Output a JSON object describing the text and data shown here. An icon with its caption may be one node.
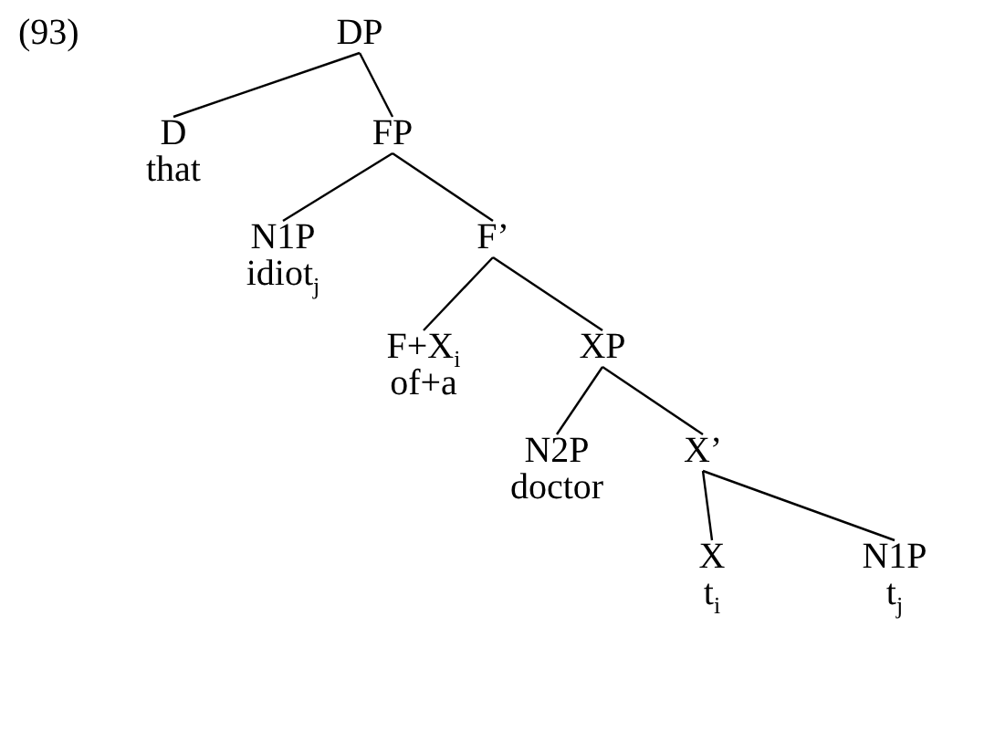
{
  "diagram": {
    "nodes": [
      {
        "text": [
          "DP"
        ]
      },
      {
        "text": [
          "D",
          "that"
        ]
      },
      {
        "text": [
          "FP"
        ]
      },
      {
        "text": [
          "N1P",
          "idiot$_{j}$"
        ]
      },
      {
        "text": [
          "F’"
        ]
      },
      {
        "text": [
          "F+X$_{i}$",
          "of+a"
        ]
      },
      {
        "text": [
          "XP"
        ]
      },
      {
        "text": [
          "N2P",
          "doctor"
        ]
      },
      {
        "text": [
          "X’"
        ]
      },
      {
        "text": [
          "X",
          "t$_{i}$"
        ]
      },
      {
        "text": [
          "N1P",
          "t$_{j}$"
        ]
      }
    ],
    "edges": [
      {
        "from": 0,
        "to": 1,
        "arrow": "none"
      },
      {
        "from": 0,
        "to": 2,
        "arrow": "none"
      },
      {
        "from": 2,
        "to": 3,
        "arrow": "none"
      },
      {
        "from": 2,
        "to": 4,
        "arrow": "none"
      },
      {
        "from": 4,
        "to": 5,
        "arrow": "none"
      },
      {
        "from": 4,
        "to": 6,
        "arrow": "none"
      },
      {
        "from": 6,
        "to": 7,
        "arrow": "none"
      },
      {
        "from": 6,
        "to": 8,
        "arrow": "none"
      },
      {
        "from": 8,
        "to": 9,
        "arrow": "none"
      },
      {
        "from": 8,
        "to": 10,
        "arrow": "none"
      }
    ],
    "labels": [
      "(93)"
    ]
  }
}
